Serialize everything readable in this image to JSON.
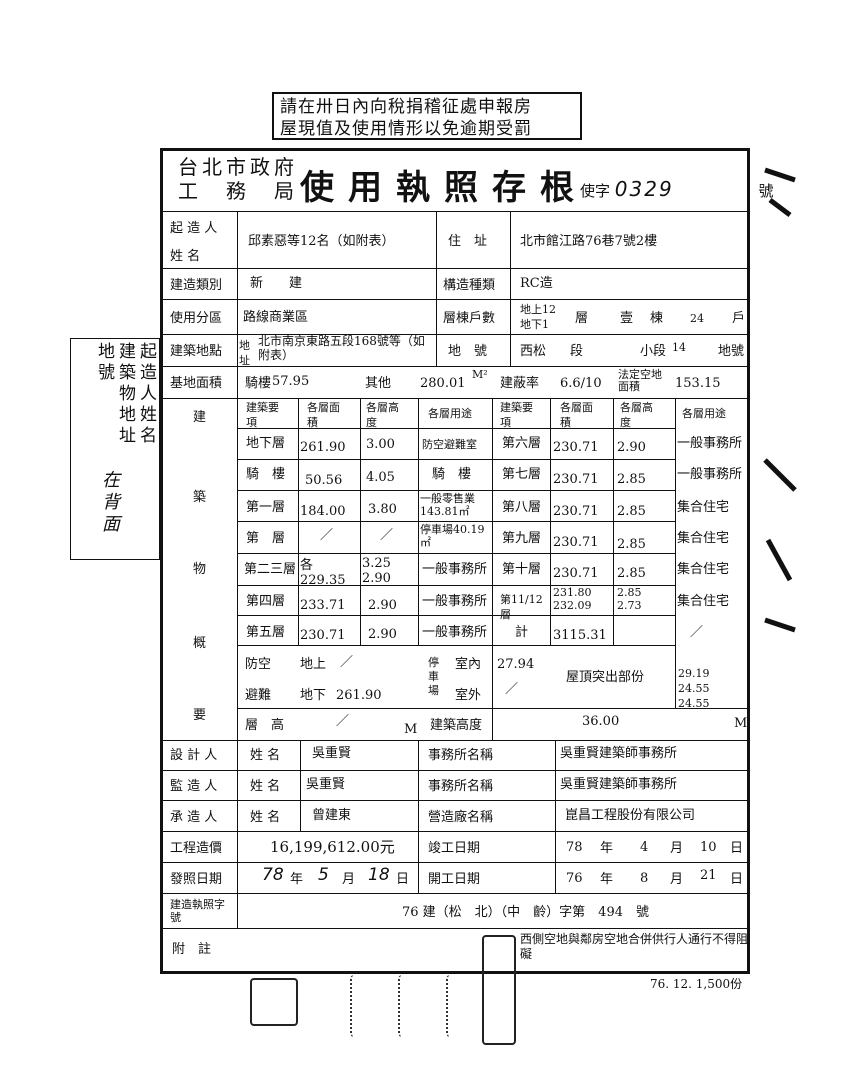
{
  "notice": {
    "line1": "請在卅日內向稅捐稽征處申報房",
    "line2": "屋現值及使用情形以免逾期受罰"
  },
  "header": {
    "org_line1": "台北市政府",
    "org_line2": "工　務　局",
    "title": "使用執照存根",
    "number_prefix": "使字",
    "number": "0329",
    "number_suffix": "號"
  },
  "owner": {
    "label1": "起 造 人",
    "label2": "姓 名",
    "value": "邱素惡等12名（如附表）",
    "address_label": "住　址",
    "address": "北市館江路76巷7號2樓"
  },
  "building_type": {
    "label": "建造類別",
    "value": "新　　建",
    "struct_label": "構造種類",
    "struct_value": "RC造"
  },
  "zone": {
    "label": "使用分區",
    "value": "路線商業區",
    "floors_label": "層棟戶數",
    "above": "地上12",
    "below": "地下1",
    "floors_unit": "層",
    "bldg_unit": "棟",
    "bldg_count": "壹",
    "units_count": "24",
    "units_unit": "戶"
  },
  "site": {
    "label": "建築地點",
    "addr_label": "地址",
    "addr_value": "北市南京東路五段168號等（如附表）",
    "lot_label": "地　號",
    "section": "西松",
    "section_unit": "段",
    "sub_unit": "小段",
    "lot_no": "14",
    "lot_unit": "地號"
  },
  "area": {
    "label": "基地面積",
    "arcade_label": "騎樓",
    "arcade": "57.95",
    "other_label": "其他",
    "other": "280.01",
    "unit": "M²",
    "coverage_label": "建蔽率",
    "coverage": "6.6/10",
    "open_label": "法定空地面積",
    "open": "153.15"
  },
  "floors_header": {
    "item": "建築要項",
    "area": "各層面積",
    "height": "各層高度",
    "use": "各層用途"
  },
  "floors_left": [
    {
      "name": "地下層",
      "area": "261.90",
      "height": "3.00",
      "use": "防空避難室"
    },
    {
      "name": "騎　樓",
      "area": "50.56",
      "height": "4.05",
      "use": "騎　樓"
    },
    {
      "name": "第一層",
      "area": "184.00",
      "height": "3.80",
      "use": "一般零售業143.81㎡"
    },
    {
      "name": "第　層",
      "area": "／",
      "height": "／",
      "use": "停車場40.19㎡"
    },
    {
      "name": "第二三層",
      "area": "各229.35",
      "height": "3.25 2.90",
      "use": "一般事務所"
    },
    {
      "name": "第四層",
      "area": "233.71",
      "height": "2.90",
      "use": "一般事務所"
    },
    {
      "name": "第五層",
      "area": "230.71",
      "height": "2.90",
      "use": "一般事務所"
    }
  ],
  "floors_right": [
    {
      "name": "第六層",
      "area": "230.71",
      "height": "2.90",
      "use": "一般事務所"
    },
    {
      "name": "第七層",
      "area": "230.71",
      "height": "2.85",
      "use": "一般事務所"
    },
    {
      "name": "第八層",
      "area": "230.71",
      "height": "2.85",
      "use": "集合住宅"
    },
    {
      "name": "第九層",
      "area": "230.71",
      "height": "2.85",
      "use": "集合住宅"
    },
    {
      "name": "第十層",
      "area": "230.71",
      "height": "2.85",
      "use": "集合住宅"
    },
    {
      "name": "第11/12層",
      "area": "231.80 232.09",
      "height": "2.85 2.73",
      "use": "集合住宅"
    },
    {
      "name": "計",
      "area": "3115.31",
      "height": "",
      "use": "／"
    }
  ],
  "section_labels": {
    "a": "建",
    "b": "築",
    "c": "物",
    "d": "概",
    "e": "要"
  },
  "shelter": {
    "label": "防空",
    "above": "地上",
    "above_v": "／",
    "evac": "避難",
    "below": "地下",
    "below_v": "261.90"
  },
  "parking": {
    "label": "停車場",
    "indoor": "室內",
    "indoor_v": "27.94",
    "outdoor": "室外",
    "outdoor_v": "／"
  },
  "roof": {
    "label": "屋頂突出部份",
    "v1": "29.19",
    "v2": "24.55",
    "v3": "24.55"
  },
  "height_row": {
    "label": "層　高",
    "v": "／",
    "bldg_label": "建築高度",
    "bldg_v": "36.00",
    "unit": "M"
  },
  "designer": {
    "role": "設 計 人",
    "name_label": "姓 名",
    "name": "吳重賢",
    "office_label": "事務所名稱",
    "office": "吳重賢建築師事務所"
  },
  "supervisor": {
    "role": "監 造 人",
    "name_label": "姓 名",
    "name": "吳重賢",
    "office_label": "事務所名稱",
    "office": "吳重賢建築師事務所"
  },
  "contractor": {
    "role": "承 造 人",
    "name_label": "姓 名",
    "name": "曾建東",
    "office_label": "營造廠名稱",
    "office": "崑昌工程股份有限公司"
  },
  "cost": {
    "label": "工程造價",
    "value": "16,199,612.00元",
    "done_label": "竣工日期",
    "done_y": "78",
    "done_m": "4",
    "done_d": "10"
  },
  "issue": {
    "label": "發照日期",
    "y": "78",
    "m": "5",
    "d": "18",
    "start_label": "開工日期",
    "start_y": "76",
    "start_m": "8",
    "start_d": "21"
  },
  "permit": {
    "label": "建造執照字號",
    "value": "76 建（松　北）（中　齡）字第　494　號"
  },
  "note": {
    "label": "附　註",
    "value": "西側空地與鄰房空地合併供行人通行不得阻礙"
  },
  "side_note": {
    "col1": "起造人姓名",
    "col2": "建築物地址",
    "col3": "地號",
    "col4": "在背面"
  },
  "footer": "76. 12. 1,500份",
  "units": {
    "y": "年",
    "m": "月",
    "d": "日",
    "m2": "M²",
    "mm": "M"
  }
}
